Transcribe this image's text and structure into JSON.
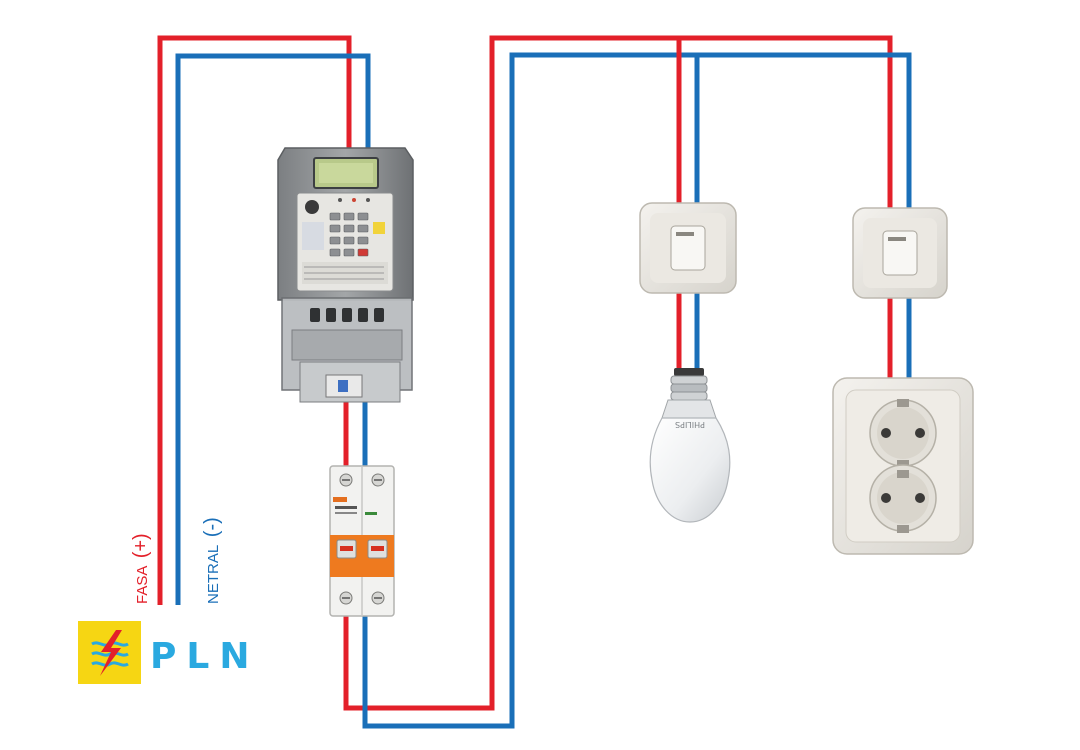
{
  "labels": {
    "phase": "FASA",
    "phase_sign": "(+)",
    "neutral": "NETRAL",
    "neutral_sign": "(-)"
  },
  "brand": {
    "name": "PLN",
    "logo_icon": "pln-lightning-logo-icon"
  },
  "bulb": {
    "brand_text": "PHILIPS"
  },
  "colors": {
    "phase": "#e3202a",
    "neutral": "#1a6fb8",
    "brand": "#2aa9e0",
    "logo_bg": "#f6d613"
  },
  "components": {
    "meter": "prepaid-kwh-meter",
    "breaker": "mcb-2-pole",
    "switch_lamp": "wall-switch",
    "lamp": "led-bulb",
    "switch_socket": "wall-switch",
    "socket": "double-wall-socket"
  }
}
